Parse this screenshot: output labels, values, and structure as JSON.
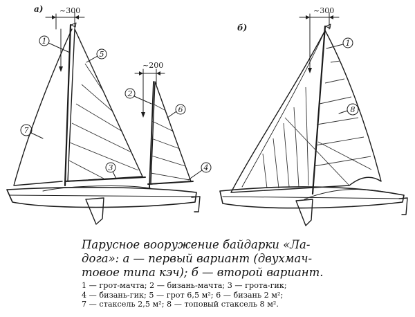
{
  "panels": {
    "a": "a)",
    "b": "б)"
  },
  "dimensions": {
    "a_mast": "~300",
    "a_mizzen": "~200",
    "b_mast": "~300"
  },
  "callouts": [
    "1",
    "2",
    "3",
    "4",
    "5",
    "6",
    "7",
    "8"
  ],
  "caption": [
    "Парусное вооружение байдарки «Ла-",
    "дога»: а — первый вариант (двухмач-",
    "товое типа кэч); б — второй вариант."
  ],
  "legend": [
    "1 — грот-мачта; 2 — бизань-мачта; 3 — грота-гик;",
    "4 — бизань-гик; 5 — грот 6,5 м²; 6 — бизань 2 м²;",
    "7 — стаксель 2,5 м²; 8 — топовый стаксель 8 м²."
  ]
}
